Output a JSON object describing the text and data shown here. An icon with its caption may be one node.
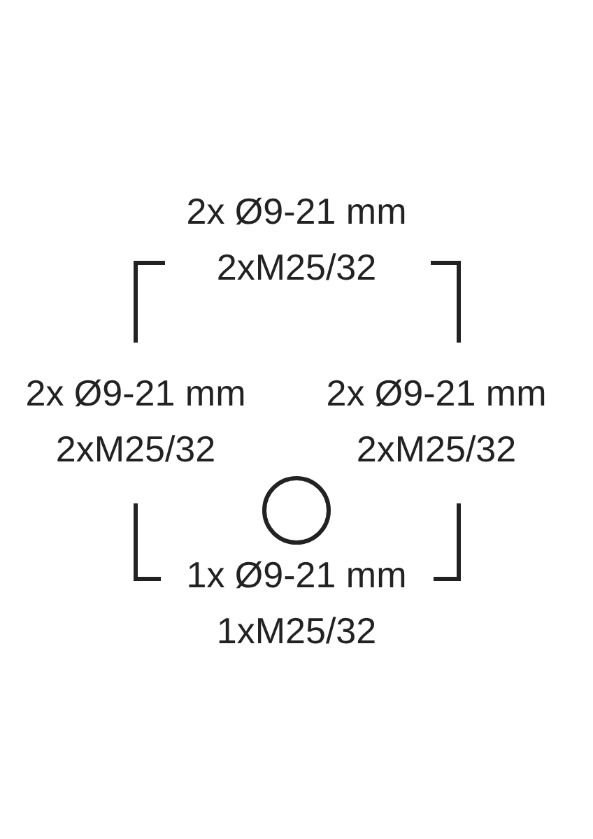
{
  "diagram": {
    "labels": [
      "2x Ø9-21 mm",
      "2xM25/32",
      "2x Ø9-21 mm",
      "2x Ø9-21 mm",
      "2xM25/32",
      "2xM25/32",
      "1x Ø9-21 mm",
      "1xM25/32"
    ]
  }
}
